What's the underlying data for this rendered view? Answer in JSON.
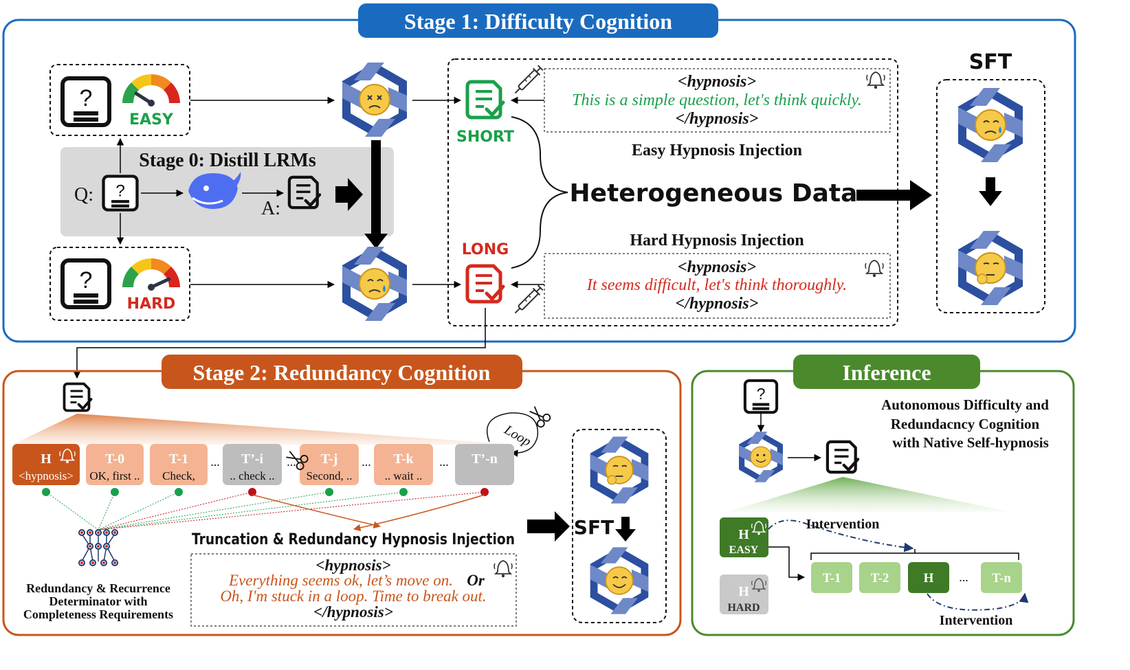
{
  "stage1": {
    "title": "Stage 1: Difficulty Cognition",
    "easy_label": "EASY",
    "hard_label": "HARD",
    "short_label": "SHORT",
    "long_label": "LONG",
    "sft_label": "SFT",
    "easy_hyp_open": "<hypnosis>",
    "easy_hyp_text": "This is a simple question, let's think quickly.",
    "easy_hyp_close": "</hypnosis>",
    "easy_injection_label": "Easy Hypnosis Injection",
    "hetero_label": "Heterogeneous Data",
    "hard_injection_label": "Hard Hypnosis Injection",
    "hard_hyp_open": "<hypnosis>",
    "hard_hyp_text": "It seems difficult, let's think thoroughly.",
    "hard_hyp_close": "</hypnosis>"
  },
  "stage0": {
    "title": "Stage 0: Distill LRMs",
    "q_label": "Q:",
    "a_label": "A:"
  },
  "stage2": {
    "title": "Stage 2: Redundancy Cognition",
    "loop_label": "Loop",
    "tokens": [
      {
        "top": "H",
        "bottom": "<hypnosis>",
        "kind": "hyp"
      },
      {
        "top": "T-0",
        "bottom": "OK, first ..",
        "kind": "ok"
      },
      {
        "top": "T-1",
        "bottom": "Check,",
        "kind": "ok"
      },
      {
        "top": "T’-i",
        "bottom": ".. check ..",
        "kind": "bad"
      },
      {
        "top": "T-j",
        "bottom": "Second, ..",
        "kind": "ok"
      },
      {
        "top": "T-k",
        "bottom": ".. wait ..",
        "kind": "ok"
      },
      {
        "top": "T’-n",
        "bottom": "",
        "kind": "bad"
      }
    ],
    "ellipsis": "...",
    "determinator_lines": [
      "Redundancy & Recurrence",
      "Determinator with",
      "Completeness Requirements"
    ],
    "truncation_label": "Truncation & Redundancy Hypnosis Injection",
    "hyp_open": "<hypnosis>",
    "hyp_line1": "Everything seems ok, let’s move on.",
    "hyp_or": "Or",
    "hyp_line2": "Oh, I'm stuck in a loop. Time to break out.",
    "hyp_close": "</hypnosis>",
    "sft_label": "SFT"
  },
  "inference": {
    "title": "Inference",
    "desc_lines": [
      "Autonomous Difficulty and",
      "Redundacncy Cognition",
      "with Native Self-hypnosis"
    ],
    "easy_h": "H",
    "easy_label": "EASY",
    "hard_h": "H",
    "hard_label": "HARD",
    "intervention_top": "Intervention",
    "intervention_bottom": "Intervention",
    "tokens": [
      "T-1",
      "T-2",
      "H",
      "...",
      "T-n"
    ]
  },
  "colors": {
    "stage1": "#1a6bbf",
    "stage2": "#c8561c",
    "inference": "#4a8a2c",
    "green_text": "#1aa04a",
    "red_text": "#d42a1e",
    "orange_text": "#c8561c",
    "gray_panel": "#d9d9d9"
  },
  "icons": [
    "question-box-icon",
    "gauge-icon",
    "llm-logo-icon",
    "whale-icon",
    "checklist-icon",
    "syringe-icon",
    "bell-icon",
    "scissors-icon",
    "neural-net-icon"
  ]
}
